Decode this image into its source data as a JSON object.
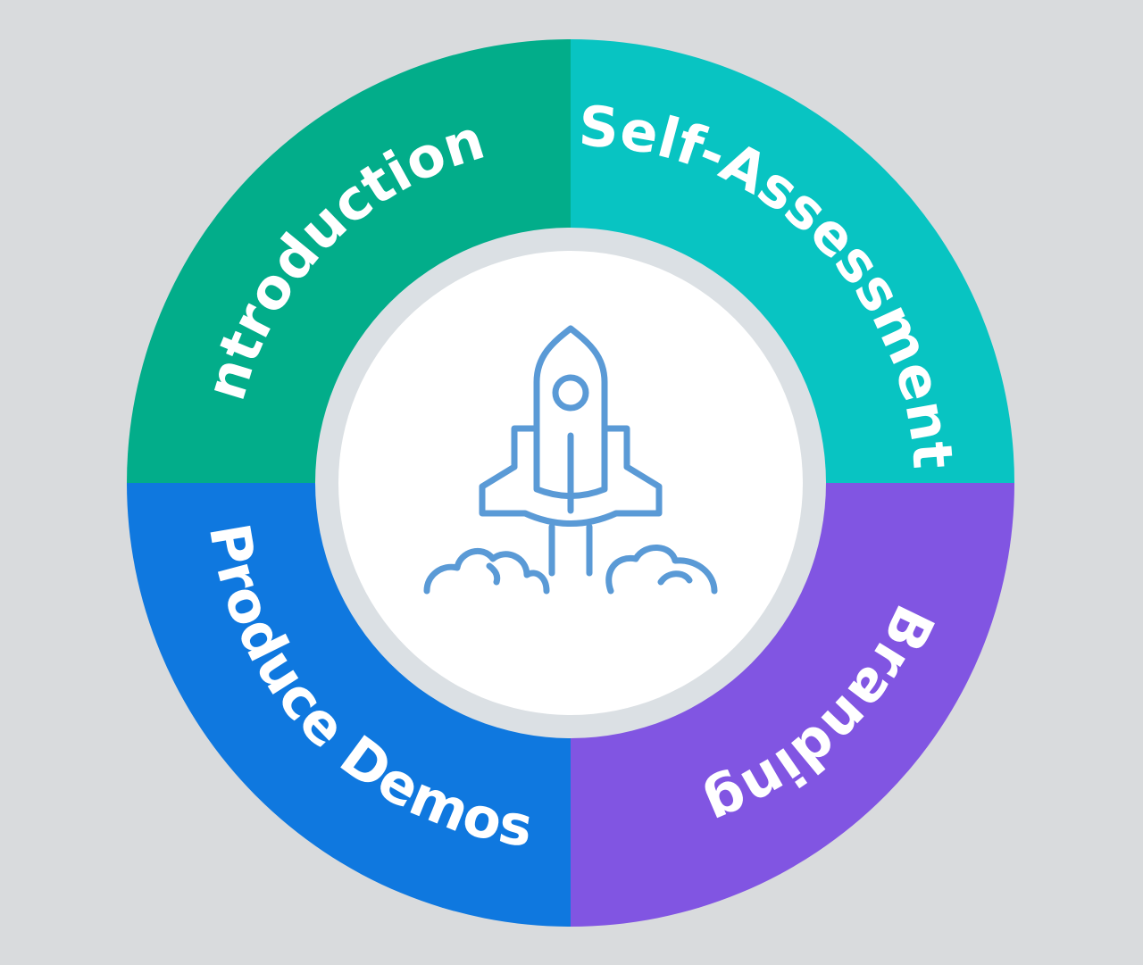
{
  "diagram": {
    "background_color": "#d9dbdd",
    "segments": [
      {
        "label": "Introduction",
        "color": "#02ad8a"
      },
      {
        "label": "Self-Assessment",
        "color": "#08c4c2"
      },
      {
        "label": "Branding",
        "color": "#8155e2"
      },
      {
        "label": "Produce Demos",
        "color": "#0f78df"
      }
    ],
    "center": {
      "icon": "rocket-icon",
      "icon_color": "#5a9ad6",
      "ring_color": "#dbe0e4",
      "fill_color": "#ffffff"
    }
  }
}
